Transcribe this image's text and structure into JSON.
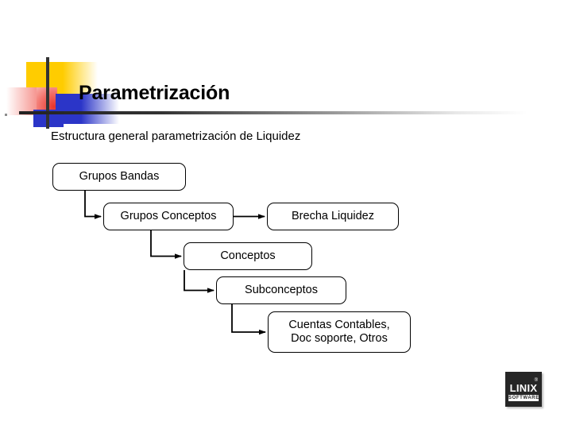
{
  "slide": {
    "title": "Parametrización",
    "subtitle": "Estructura general parametrización de Liquidez",
    "background_color": "#ffffff",
    "text_color": "#000000"
  },
  "decoration": {
    "name": "corner-motif",
    "colors": {
      "yellow": "#FFCC00",
      "red": "#E8332B",
      "blue": "#2B35C8",
      "rule": "#333333"
    }
  },
  "diagram": {
    "type": "flowchart",
    "orientation": "top-down-cascade",
    "nodes": [
      {
        "id": "grupos-bandas",
        "label": "Grupos Bandas"
      },
      {
        "id": "grupos-conceptos",
        "label": "Grupos Conceptos"
      },
      {
        "id": "brecha-liquidez",
        "label": "Brecha Liquidez"
      },
      {
        "id": "conceptos",
        "label": "Conceptos"
      },
      {
        "id": "subconceptos",
        "label": "Subconceptos"
      },
      {
        "id": "cuentas",
        "label": "Cuentas Contables,\nDoc soporte, Otros"
      }
    ],
    "edges": [
      {
        "from": "grupos-bandas",
        "to": "grupos-conceptos"
      },
      {
        "from": "grupos-conceptos",
        "to": "brecha-liquidez"
      },
      {
        "from": "grupos-conceptos",
        "to": "conceptos"
      },
      {
        "from": "conceptos",
        "to": "subconceptos"
      },
      {
        "from": "subconceptos",
        "to": "cuentas"
      }
    ]
  },
  "logo": {
    "name": "LINIX",
    "registered_mark": "®",
    "tagline": "SOFTWARE",
    "background_color": "#262626"
  }
}
